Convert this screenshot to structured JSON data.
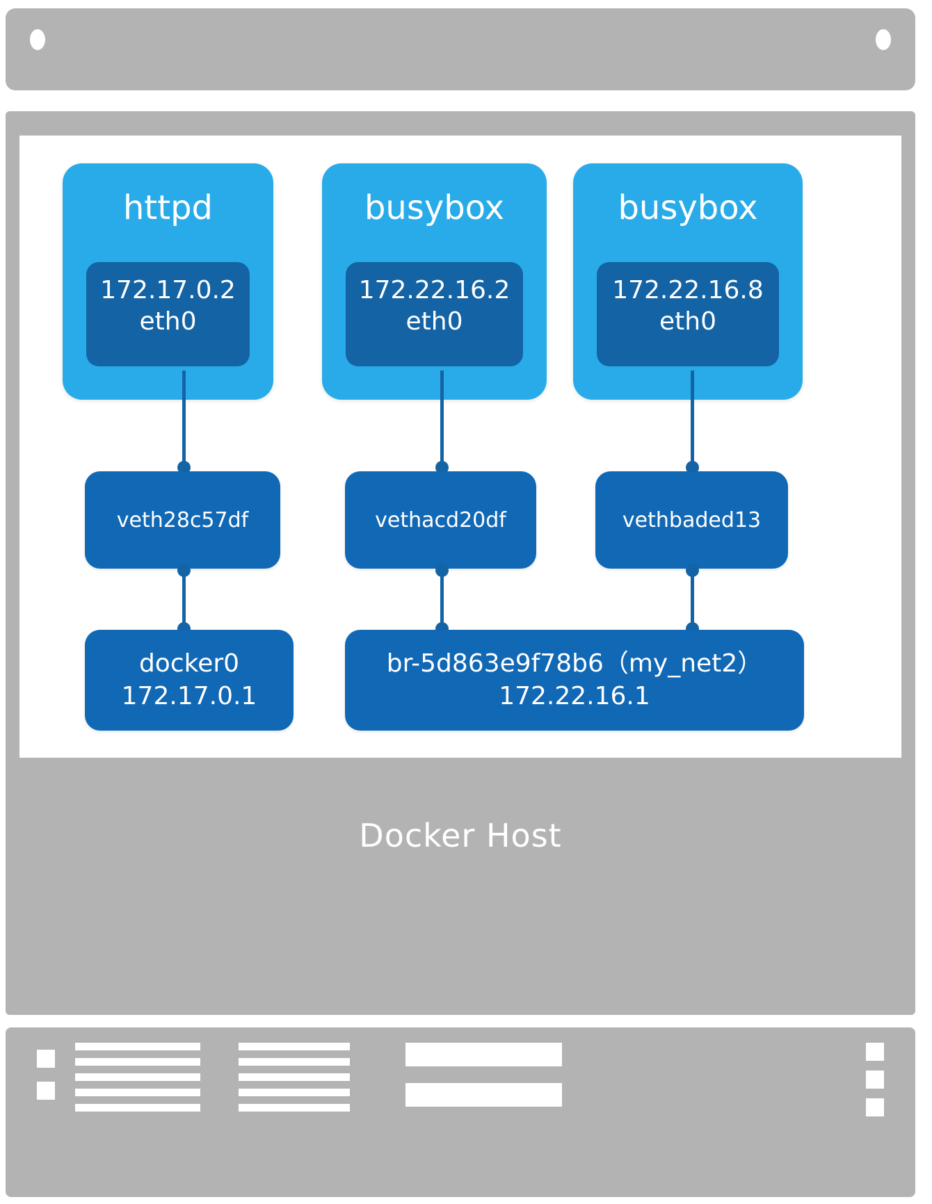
{
  "device": {
    "host_label": "Docker Host"
  },
  "diagram": {
    "containers": [
      {
        "name": "httpd",
        "ip": "172.17.0.2",
        "iface": "eth0"
      },
      {
        "name": "busybox",
        "ip": "172.22.16.2",
        "iface": "eth0"
      },
      {
        "name": "busybox",
        "ip": "172.22.16.8",
        "iface": "eth0"
      }
    ],
    "veths": [
      {
        "label": "veth28c57df"
      },
      {
        "label": "vethacd20df"
      },
      {
        "label": "vethbaded13"
      }
    ],
    "bridges": [
      {
        "name": "docker0",
        "ip": "172.17.0.1"
      },
      {
        "name": "br-5d863e9f78b6（my_net2）",
        "ip": "172.22.16.1"
      }
    ]
  },
  "colors": {
    "chrome_gray": "#b3b3b3",
    "container_blue": "#29abe9",
    "iface_blue": "#1464a5",
    "node_blue": "#1168b5",
    "screen_white": "#ffffff"
  }
}
